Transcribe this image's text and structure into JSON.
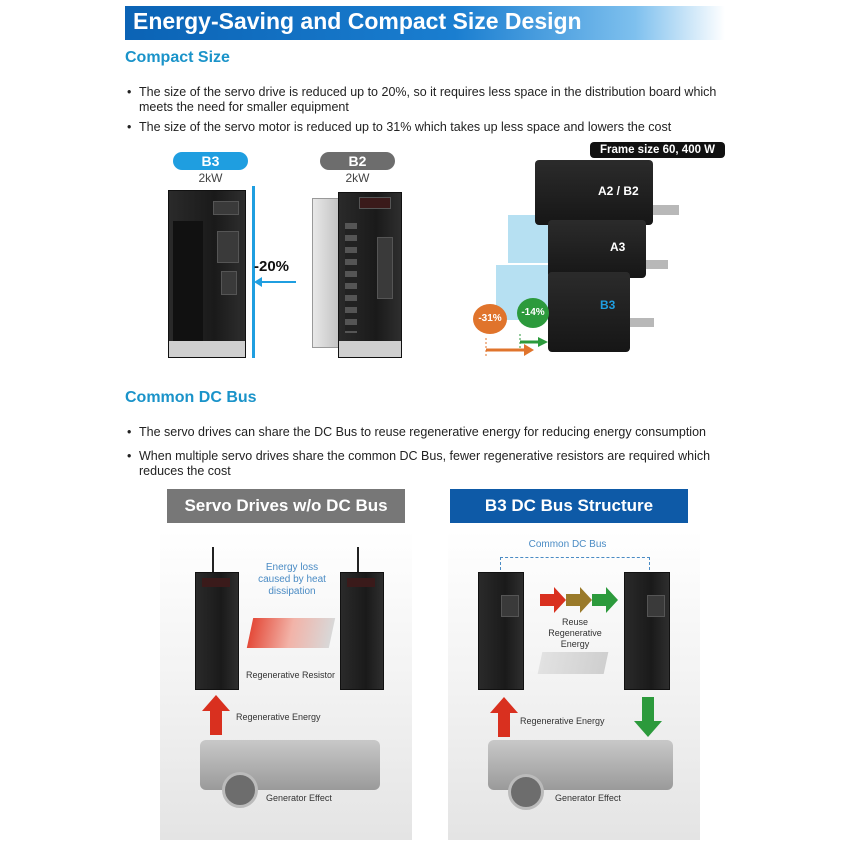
{
  "banner": {
    "title": "Energy-Saving and Compact Size Design"
  },
  "compact": {
    "title": "Compact Size",
    "bullets": [
      "The size of the servo drive is reduced up to 20%, so it requires less space in the distribution board which meets the need for smaller equipment",
      "The size of the servo motor is reduced up to 31% which takes up less space and lowers the cost"
    ],
    "drives": {
      "b3_label": "B3",
      "b3_power": "2kW",
      "b2_label": "B2",
      "b2_power": "2kW",
      "reduction": "-20%"
    },
    "motors": {
      "frame_tag": "Frame size 60, 400 W",
      "label_a2b2": "A2 / B2",
      "label_a3": "A3",
      "label_b3": "B3",
      "badge_31": "-31%",
      "badge_14": "-14%"
    }
  },
  "dcbus": {
    "title": "Common DC Bus",
    "bullets": [
      "The servo drives can share the DC Bus to reuse regenerative energy for reducing energy consumption",
      "When multiple servo drives share the common DC Bus, fewer regenerative resistors are required which reduces the cost"
    ],
    "left": {
      "header": "Servo Drives w/o DC Bus",
      "energy_loss": "Energy loss caused by heat dissipation",
      "resistor": "Regenerative Resistor",
      "regen_energy": "Regenerative Energy",
      "generator": "Generator Effect"
    },
    "right": {
      "header": "B3 DC Bus Structure",
      "common_bus": "Common DC Bus",
      "reuse": "Reuse Regenerative Energy",
      "regen_energy": "Regenerative Energy",
      "generator": "Generator Effect"
    }
  },
  "colors": {
    "accent": "#1a93c9",
    "banner": "#0b63b5",
    "grey_header": "#777777",
    "blue_header": "#0e5aa7",
    "arrow_red": "#d9301f",
    "arrow_green": "#2c9a3c",
    "badge_orange": "#e0742c"
  }
}
